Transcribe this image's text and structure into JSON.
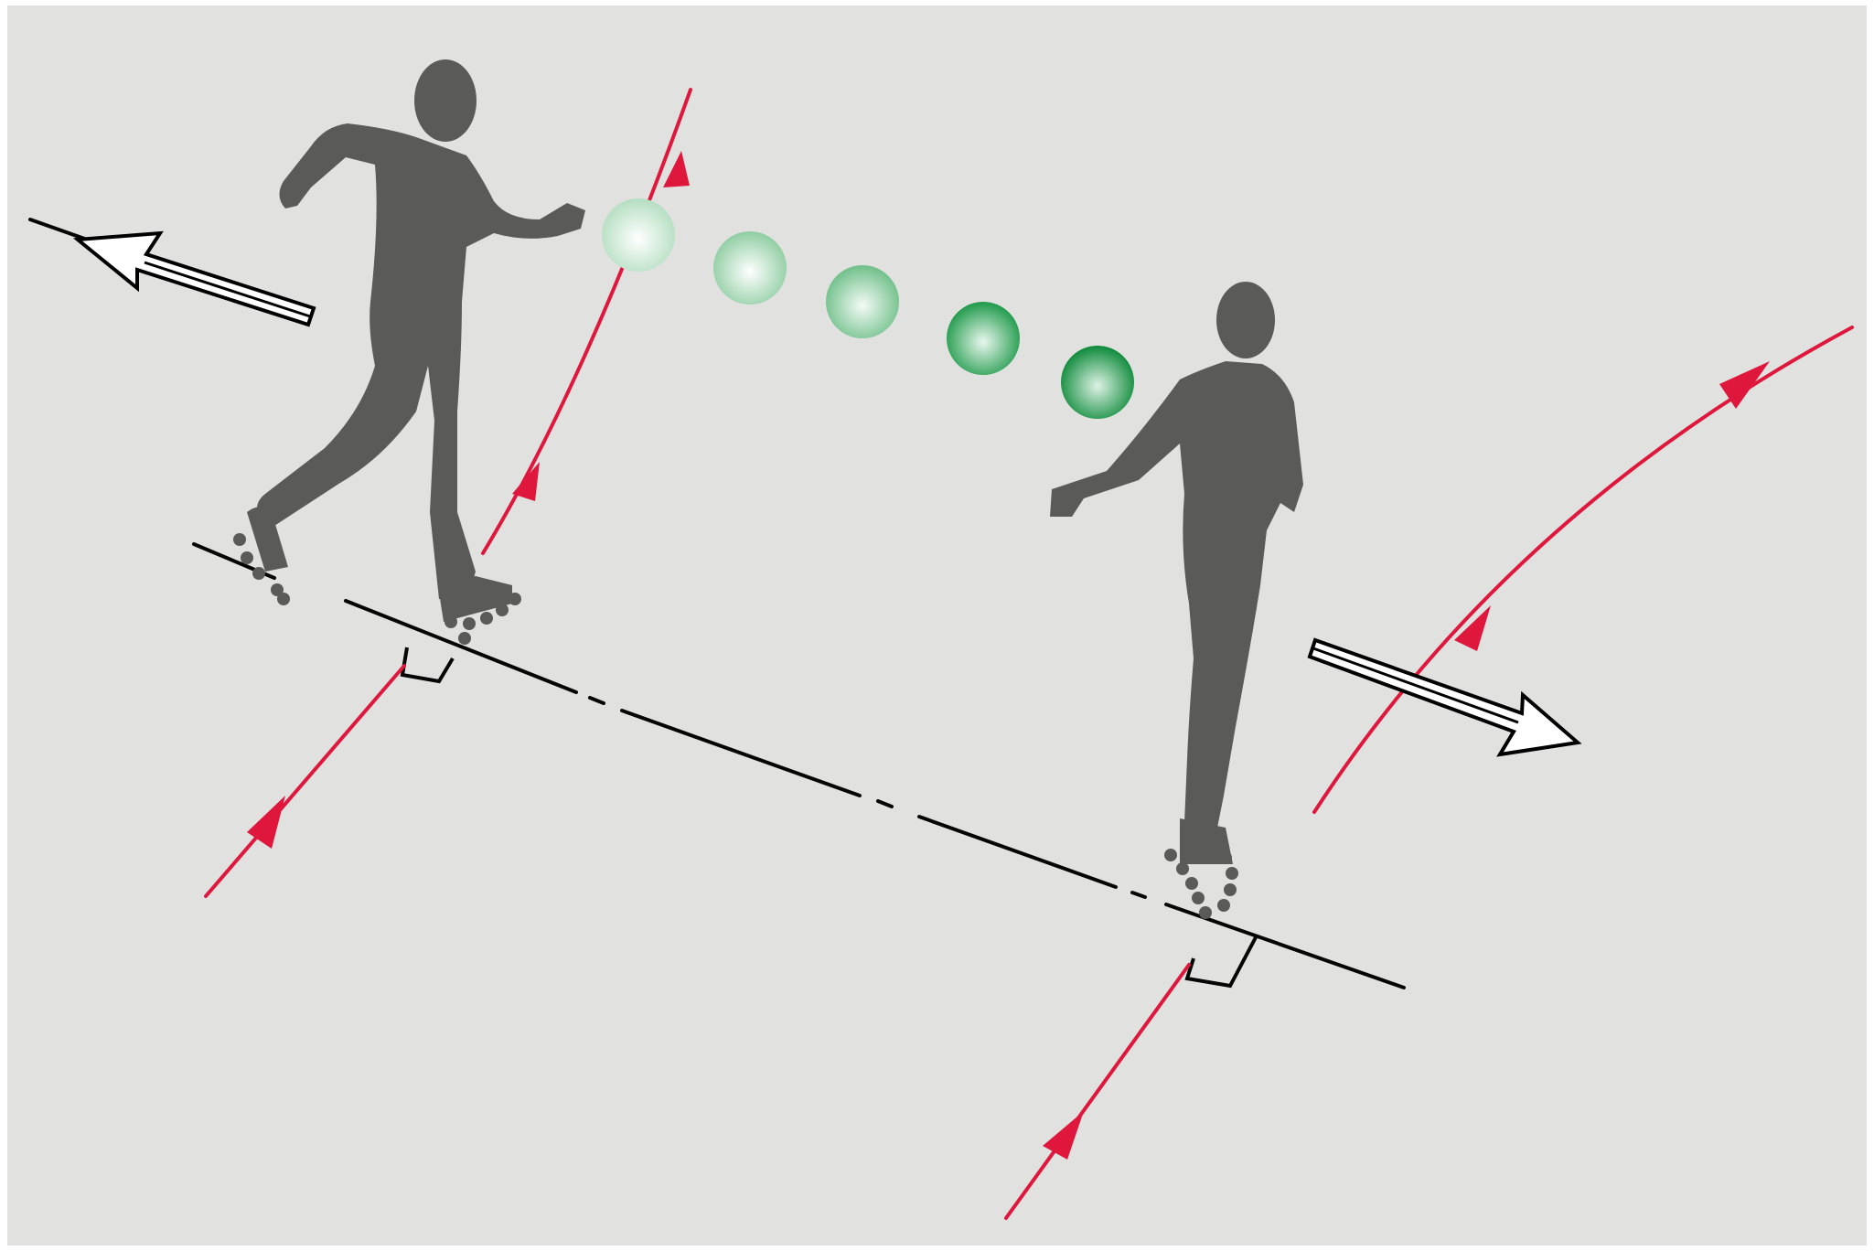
{
  "diagram": {
    "colors": {
      "background": "#e1e1df",
      "frame": "#ffffff",
      "figure": "#5a5b59",
      "skate_wheel": "#5a5b59",
      "field_line": "#050505",
      "red_line": "#e0173c",
      "ball_light": "#a5d6b3",
      "ball_dark": "#0d8a3a",
      "motion_arrow_fill": "#ffffff",
      "motion_arrow_stroke": "#000000"
    },
    "skaters": [
      {
        "name": "skater-left",
        "role": "thrower",
        "motion_direction": "left"
      },
      {
        "name": "skater-right",
        "role": "catcher",
        "motion_direction": "right"
      }
    ],
    "balls": {
      "count": 5,
      "shades": [
        "#b4dec0",
        "#8fcda2",
        "#6fbf89",
        "#1f9a4a",
        "#0d8a3a"
      ]
    },
    "red_vectors": [
      {
        "name": "vector-left-upper"
      },
      {
        "name": "vector-left-lower"
      },
      {
        "name": "vector-right-upper"
      },
      {
        "name": "vector-right-lower"
      }
    ],
    "icons": {
      "motion_arrow_left": "hollow-arrow-left-icon",
      "motion_arrow_right": "hollow-arrow-right-icon",
      "right_angle_mark": "right-angle-icon"
    }
  }
}
